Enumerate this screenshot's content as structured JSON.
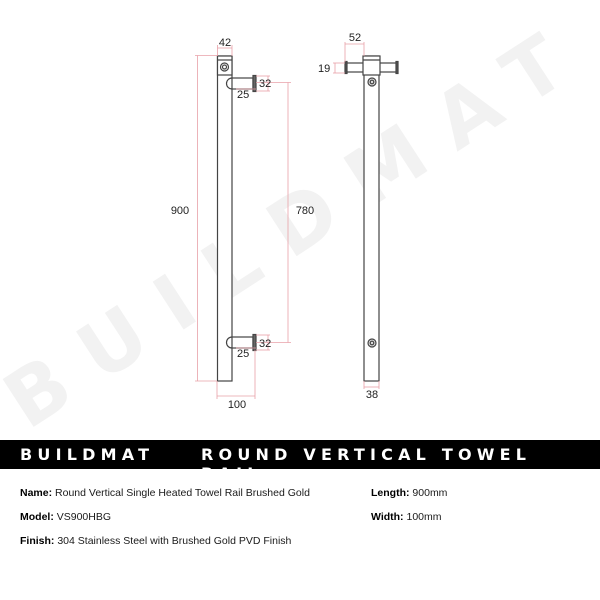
{
  "watermark": "BUILDMAT",
  "colors": {
    "dimension_line": "#e8a0a8",
    "outline": "#444444",
    "watermark": "#f3f3f3",
    "band_bg": "#000000",
    "band_text": "#ffffff"
  },
  "drawing": {
    "front_view": {
      "top_width": "42",
      "bracket_top_height": "32",
      "bracket_top_depth": "25",
      "bracket_bottom_height": "32",
      "bracket_bottom_depth": "25",
      "overall_height": "900",
      "bracket_spacing": "780",
      "overall_depth": "100"
    },
    "side_view": {
      "crossbar_width": "52",
      "crossbar_height": "19",
      "rail_width": "38"
    }
  },
  "band": {
    "brand": "BUILDMAT",
    "title": "ROUND VERTICAL TOWEL RAIL"
  },
  "specs": {
    "name": {
      "label": "Name:",
      "value": "Round Vertical Single Heated Towel Rail Brushed Gold"
    },
    "model": {
      "label": "Model:",
      "value": "VS900HBG"
    },
    "finish": {
      "label": "Finish:",
      "value": "304 Stainless Steel with Brushed Gold PVD Finish"
    },
    "length": {
      "label": "Length:",
      "value": "900mm"
    },
    "width": {
      "label": "Width:",
      "value": "100mm"
    }
  }
}
